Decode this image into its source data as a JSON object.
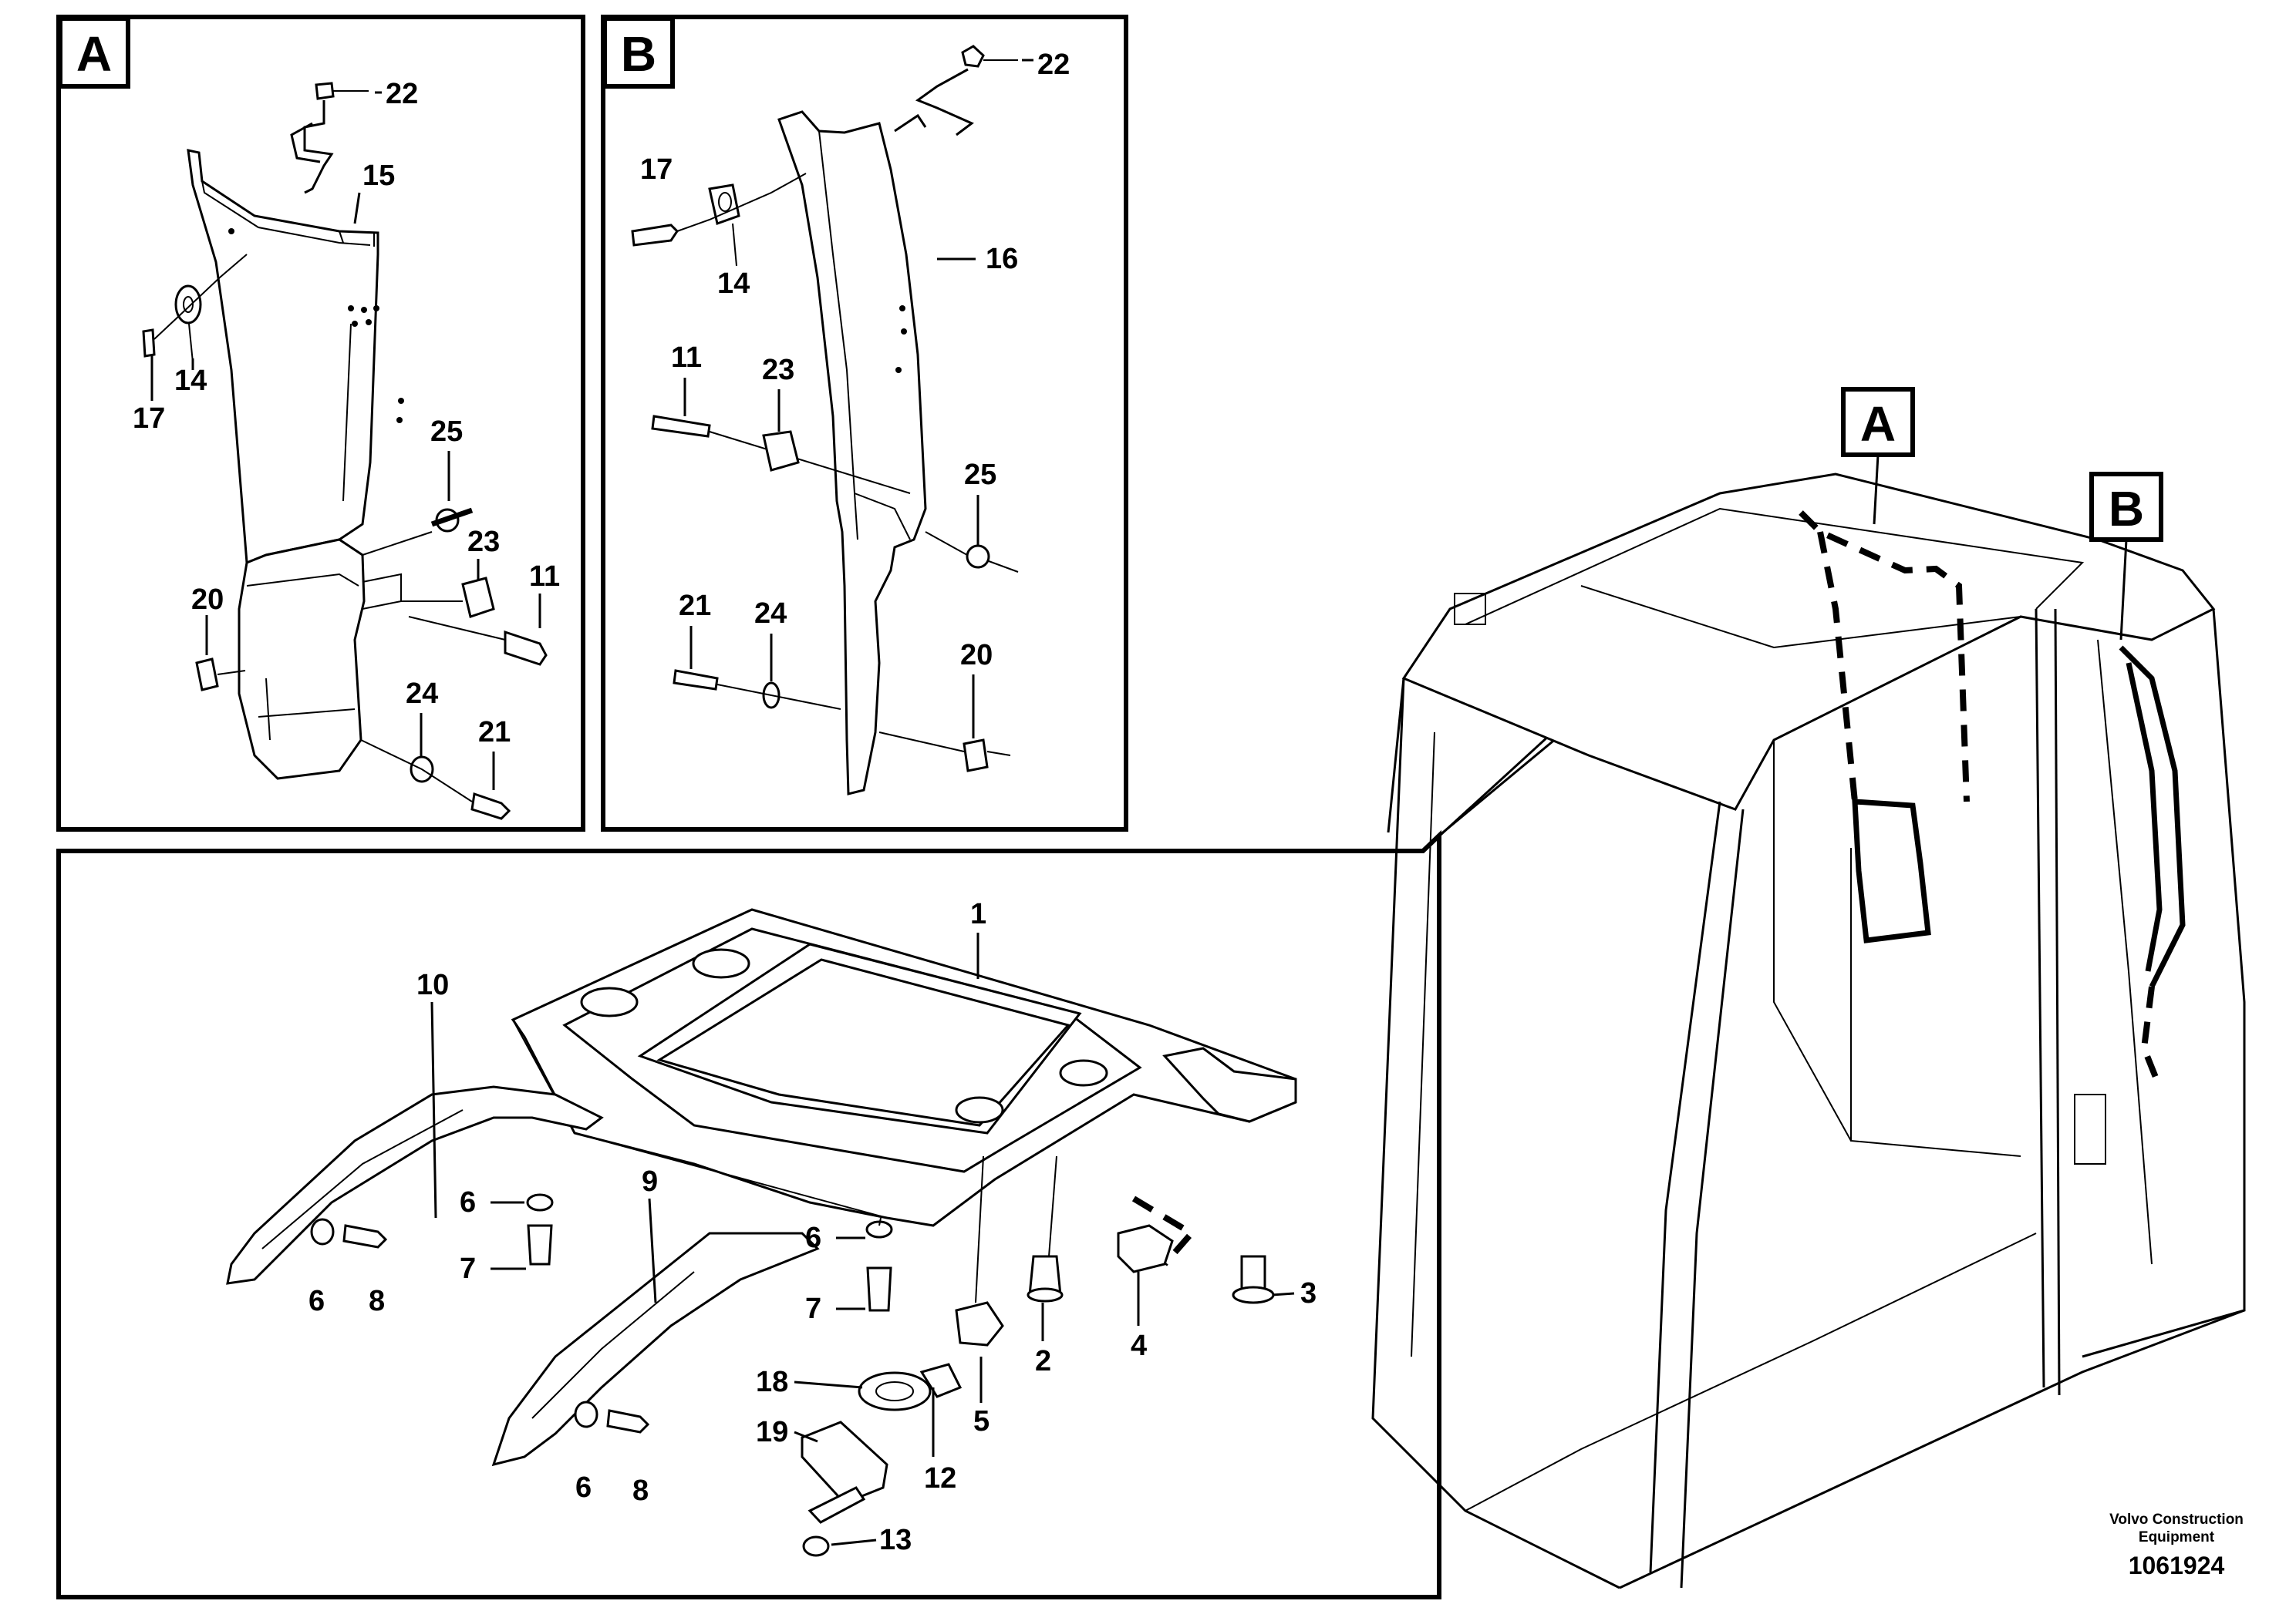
{
  "panels": {
    "a": {
      "letter": "A"
    },
    "b": {
      "letter": "B"
    }
  },
  "cab": {
    "callout_a": "A",
    "callout_b": "B"
  },
  "labels": {
    "a": {
      "p22": "22",
      "p15": "15",
      "p14": "14",
      "p17": "17",
      "p25": "25",
      "p23": "23",
      "p11": "11",
      "p20": "20",
      "p24": "24",
      "p21": "21"
    },
    "b": {
      "p22": "22",
      "p17": "17",
      "p14": "14",
      "p16": "16",
      "p11": "11",
      "p23": "23",
      "p25": "25",
      "p21": "21",
      "p24": "24",
      "p20": "20"
    },
    "main": {
      "p1": "1",
      "p10": "10",
      "p9": "9",
      "p6a": "6",
      "p7a": "7",
      "p6b": "6",
      "p8a": "8",
      "p6c": "6",
      "p7b": "7",
      "p2": "2",
      "p4": "4",
      "p3": "3",
      "p5": "5",
      "p18": "18",
      "p19": "19",
      "p12": "12",
      "p13": "13",
      "p6d": "6",
      "p8b": "8"
    }
  },
  "footer": {
    "brand_line1": "Volvo Construction",
    "brand_line2": "Equipment",
    "doc_number": "1061924"
  }
}
